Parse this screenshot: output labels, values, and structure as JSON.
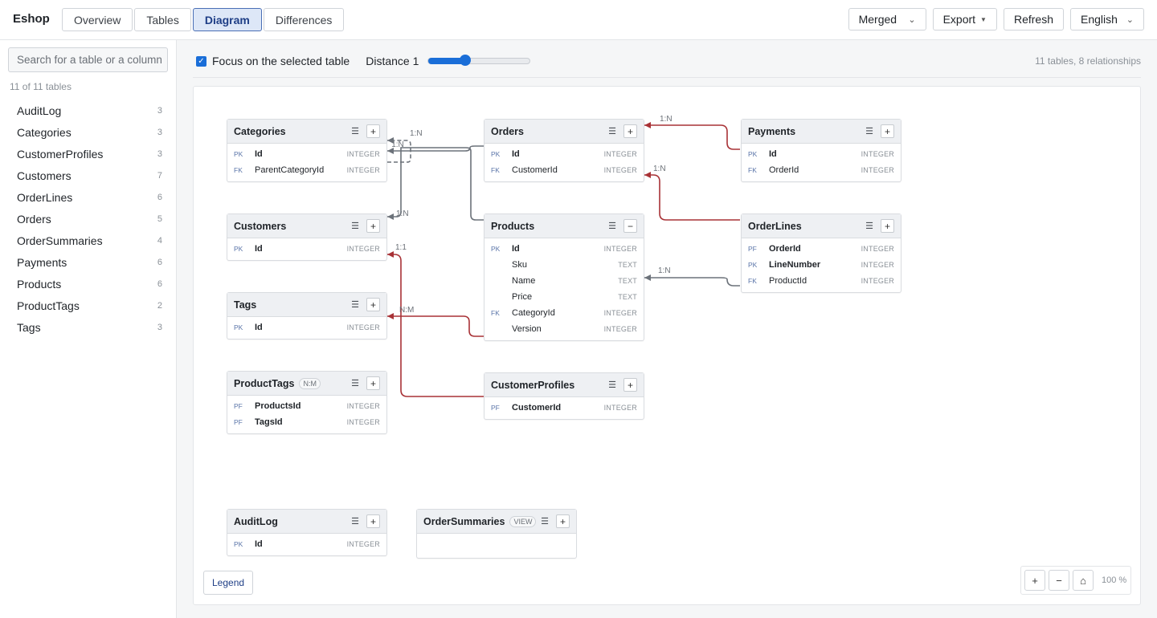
{
  "app": {
    "title": "Eshop"
  },
  "tabs": [
    {
      "label": "Overview"
    },
    {
      "label": "Tables"
    },
    {
      "label": "Diagram",
      "active": true
    },
    {
      "label": "Differences"
    }
  ],
  "toolbar": {
    "mode_select": "Merged",
    "export_label": "Export",
    "refresh_label": "Refresh",
    "language_select": "English"
  },
  "sidebar": {
    "search_placeholder": "Search for a table or a column",
    "table_count": "11 of 11 tables",
    "items": [
      {
        "label": "AuditLog",
        "count": "3"
      },
      {
        "label": "Categories",
        "count": "3"
      },
      {
        "label": "CustomerProfiles",
        "count": "3"
      },
      {
        "label": "Customers",
        "count": "7"
      },
      {
        "label": "OrderLines",
        "count": "6"
      },
      {
        "label": "Orders",
        "count": "5"
      },
      {
        "label": "OrderSummaries",
        "count": "4"
      },
      {
        "label": "Payments",
        "count": "6"
      },
      {
        "label": "Products",
        "count": "6"
      },
      {
        "label": "ProductTags",
        "count": "2"
      },
      {
        "label": "Tags",
        "count": "3"
      }
    ]
  },
  "controls": {
    "focus_label": "Focus on the selected table",
    "focus_checked": true,
    "distance_label": "Distance 1",
    "distance_level": 0.36,
    "summary": "11 tables, 8 relationships"
  },
  "diagram": {
    "entities": {
      "categories": {
        "name": "Categories",
        "toggle": "+",
        "columns": [
          {
            "key": "PK",
            "name": "Id",
            "type": "INTEGER",
            "bold": true
          },
          {
            "key": "FK",
            "name": "ParentCategoryId",
            "type": "INTEGER",
            "bold": false
          }
        ]
      },
      "orders": {
        "name": "Orders",
        "toggle": "+",
        "columns": [
          {
            "key": "PK",
            "name": "Id",
            "type": "INTEGER",
            "bold": true
          },
          {
            "key": "FK",
            "name": "CustomerId",
            "type": "INTEGER",
            "bold": false
          }
        ]
      },
      "payments": {
        "name": "Payments",
        "toggle": "+",
        "columns": [
          {
            "key": "PK",
            "name": "Id",
            "type": "INTEGER",
            "bold": true
          },
          {
            "key": "FK",
            "name": "OrderId",
            "type": "INTEGER",
            "bold": false
          }
        ]
      },
      "customers": {
        "name": "Customers",
        "toggle": "+",
        "columns": [
          {
            "key": "PK",
            "name": "Id",
            "type": "INTEGER",
            "bold": true
          }
        ]
      },
      "products": {
        "name": "Products",
        "toggle": "−",
        "columns": [
          {
            "key": "PK",
            "name": "Id",
            "type": "INTEGER",
            "bold": true
          },
          {
            "key": "",
            "name": "Sku",
            "type": "TEXT",
            "bold": false
          },
          {
            "key": "",
            "name": "Name",
            "type": "TEXT",
            "bold": false
          },
          {
            "key": "",
            "name": "Price",
            "type": "TEXT",
            "bold": false
          },
          {
            "key": "FK",
            "name": "CategoryId",
            "type": "INTEGER",
            "bold": false
          },
          {
            "key": "",
            "name": "Version",
            "type": "INTEGER",
            "bold": false
          }
        ]
      },
      "orderlines": {
        "name": "OrderLines",
        "toggle": "+",
        "columns": [
          {
            "key": "PF",
            "name": "OrderId",
            "type": "INTEGER",
            "bold": true
          },
          {
            "key": "PK",
            "name": "LineNumber",
            "type": "INTEGER",
            "bold": true
          },
          {
            "key": "FK",
            "name": "ProductId",
            "type": "INTEGER",
            "bold": false
          }
        ]
      },
      "tags": {
        "name": "Tags",
        "toggle": "+",
        "columns": [
          {
            "key": "PK",
            "name": "Id",
            "type": "INTEGER",
            "bold": true
          }
        ]
      },
      "producttags": {
        "name": "ProductTags",
        "badge": "N:M",
        "toggle": "+",
        "columns": [
          {
            "key": "PF",
            "name": "ProductsId",
            "type": "INTEGER",
            "bold": true
          },
          {
            "key": "PF",
            "name": "TagsId",
            "type": "INTEGER",
            "bold": true
          }
        ]
      },
      "customerprofiles": {
        "name": "CustomerProfiles",
        "toggle": "+",
        "columns": [
          {
            "key": "PF",
            "name": "CustomerId",
            "type": "INTEGER",
            "bold": true
          }
        ]
      },
      "auditlog": {
        "name": "AuditLog",
        "toggle": "+",
        "columns": [
          {
            "key": "PK",
            "name": "Id",
            "type": "INTEGER",
            "bold": true
          }
        ]
      },
      "ordersummaries": {
        "name": "OrderSummaries",
        "badge": "VIEW",
        "toggle": "+",
        "columns": []
      }
    },
    "relationships": [
      {
        "from": "Payments.OrderId",
        "to": "Orders.Id",
        "label": "1:N",
        "highlighted": true
      },
      {
        "from": "OrderLines.OrderId",
        "to": "Orders.CustomerId",
        "label": "1:N",
        "highlighted": true
      },
      {
        "from": "OrderLines.ProductId",
        "to": "Products.Id",
        "label": "1:N",
        "highlighted": false
      },
      {
        "from": "Categories.ParentCategoryId",
        "to": "Categories.Id",
        "label": "1:N",
        "highlighted": false
      },
      {
        "from": "Orders.CustomerId",
        "to": "Customers.Id",
        "label": "1:N",
        "highlighted": false
      },
      {
        "from": "Products.CategoryId",
        "to": "Categories.Id",
        "label": "1:N",
        "highlighted": false
      },
      {
        "from": "CustomerProfiles.CustomerId",
        "to": "Customers.Id",
        "label": "1:1",
        "highlighted": true
      },
      {
        "from": "Products.Id",
        "to": "Tags.Id",
        "label": "N:M",
        "highlighted": true
      }
    ],
    "colors": {
      "highlight": "#a83236",
      "normal": "#6c727a"
    }
  },
  "legend_label": "Legend",
  "zoom": {
    "in": "+",
    "out": "−",
    "home": "⌂",
    "level": "100 %"
  }
}
